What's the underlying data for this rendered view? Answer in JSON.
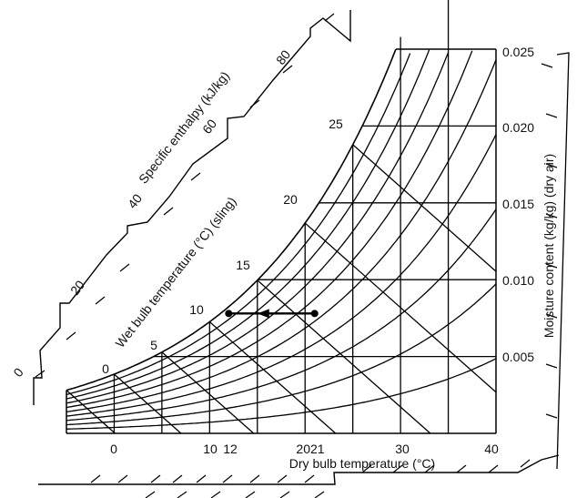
{
  "chart_data": {
    "type": "psychrometric",
    "title": "",
    "xlabel": "Dry bulb temperature (°C)",
    "ylabel": "Moisture content (kg/kg) (dry air)",
    "wet_bulb_label": "Wet bulb temperature (°C) (sling)",
    "enthalpy_label": "Specific enthalpy (kJ/kg)",
    "xlim": [
      -5,
      40
    ],
    "ylim": [
      0,
      0.025
    ],
    "x_ticks": [
      "0",
      "10",
      "12",
      "2021",
      "30",
      "40"
    ],
    "y_ticks": [
      "0.005",
      "0.010",
      "0.015",
      "0.020",
      "0.025"
    ],
    "dry_bulb_gridlines": [
      0,
      5,
      10,
      15,
      20,
      25,
      30,
      35
    ],
    "moisture_gridlines": [
      0.005,
      0.01,
      0.015,
      0.02
    ],
    "wet_bulb_ticks": [
      "0",
      "5",
      "10",
      "15",
      "20",
      "25"
    ],
    "enthalpy_ticks": [
      "0",
      "20",
      "40",
      "60",
      "80"
    ],
    "relative_humidity_curves": [
      10,
      20,
      30,
      40,
      50,
      60,
      70,
      80,
      90,
      100
    ],
    "process_line": {
      "start": {
        "dry_bulb": 21,
        "moisture": 0.0078
      },
      "end": {
        "dry_bulb": 12,
        "moisture": 0.0078
      },
      "arrow_at": {
        "dry_bulb": 15,
        "moisture": 0.0078
      }
    }
  }
}
